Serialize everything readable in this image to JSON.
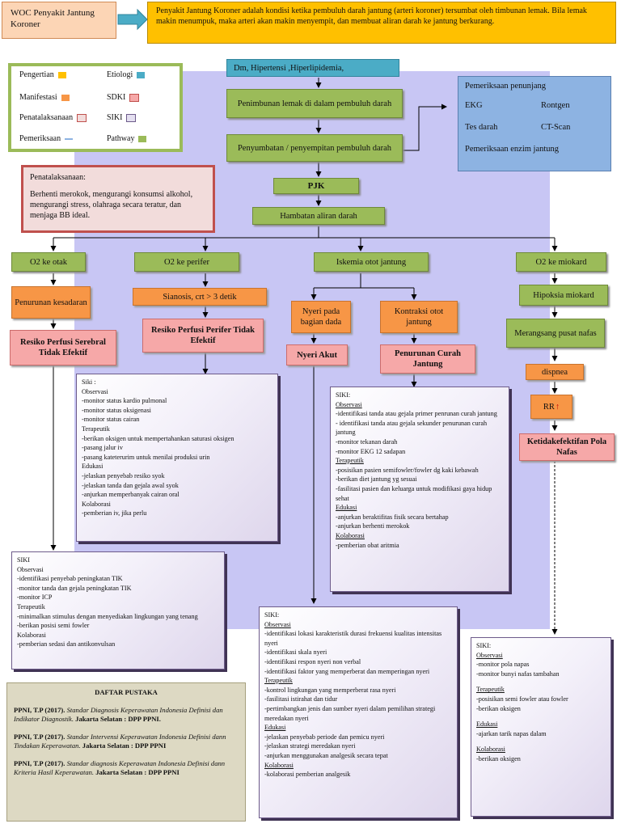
{
  "title": "WOC Penyakit Jantung Koroner",
  "definition": "Penyakit Jantung Koroner adalah kondisi ketika pembuluh darah jantung (arteri koroner) tersumbat oleh timbunan lemak. Bila lemak makin menumpuk, maka arteri akan makin menyempit, dan membuat aliran darah ke jantung berkurang.",
  "legend": {
    "items": [
      {
        "label": "Pengertian",
        "color": "#ffc000"
      },
      {
        "label": "Etiologi",
        "color": "#4bacc6"
      },
      {
        "label": "Manifestasi",
        "color": "#f79646"
      },
      {
        "label": "SDKI",
        "color": "#f6a8a8"
      },
      {
        "label": "Penatalaksanaan",
        "color": "#f2dcdb"
      },
      {
        "label": "SIKI",
        "color": "#e4dff0"
      },
      {
        "label": "Pemeriksaan",
        "color": "#8db3e2"
      },
      {
        "label": "Pathway",
        "color": "#9bbb59"
      }
    ]
  },
  "etiologi": "Dm, Hipertensi ,Hiperlipidemia,",
  "flow": {
    "penimbunan": "Penimbunan lemak di dalam pembuluh darah",
    "penyumbatan": "Penyumbatan / penyempitan pembuluh darah",
    "pjk": "PJK",
    "hambatan": "Hambatan aliran darah"
  },
  "pemeriksaan": {
    "title": "Pemeriksaan penunjang",
    "items": [
      "EKG",
      "Rontgen",
      "Tes darah",
      "CT-Scan",
      "Pemeriksaan enzim jantung"
    ]
  },
  "penatalaksanaan": {
    "title": "Penatalaksanaan:",
    "body": "Berhenti merokok, mengurangi konsumsi alkohol, mengurangi stress, olahraga secara teratur, dan menjaga BB ideal."
  },
  "branches": {
    "otak": "O2  ke otak",
    "perifer": "O2 ke perifer",
    "iskemia": "Iskemia otot jantung",
    "miokard": "O2 ke miokard",
    "penurunan_kesadaran": "Penurunan kesadaran",
    "sianosis": "Sianosis, crt > 3 detik",
    "nyeri_dada": "Nyeri pada bagian dada",
    "kontraksi": "Kontraksi otot jantung",
    "hipoksia": "Hipoksia miokard",
    "merangsang": "Merangsang pusat nafas",
    "dispnea": "dispnea",
    "rr": "RR"
  },
  "diagnoses": {
    "perfusi_serebral": "Resiko Perfusi Serebral Tidak Efektif",
    "perfusi_perifer": "Resiko Perfusi Perifer Tidak Efektif",
    "nyeri_akut": "Nyeri Akut",
    "curah_jantung": "Penurunan Curah Jantung",
    "pola_nafas": "Ketidakefektifan Pola Nafas"
  },
  "siki_perifer": [
    "Siki :",
    "Observasi",
    "-monitor status kardio pulmonal",
    "-monitor status oksigenasi",
    "-monitor status cairan",
    "Terapeutik",
    "-berikan oksigen untuk mempertahankan saturasi oksigen",
    "-pasang  jalur  iv",
    "-pasang kateterurim untuk menilai produksi urin",
    "Edukasi",
    "-jelaskan penyebab  resiko syok",
    "-jelaskan tanda  dan gejala awal syok",
    "-anjurkan memperbanyak  cairan oral",
    "Kolaborasi",
    "-pemberian iv, jika perlu"
  ],
  "siki_serebral": [
    "SIKI",
    "Observasi",
    "-identifikasi penyebab peningkatan TIK",
    "-monitor tanda dan gejala peningkatan TIK",
    "-monitor ICP",
    "Terapeutik",
    "-minimalkan stimulus dengan menyediakan lingkungan yang tenang",
    "-berikan posisi semi fowler",
    "Kolaborasi",
    "-pemberian sedasi dan antikonvulsan"
  ],
  "siki_curah": [
    "SIKI:",
    "Observasi",
    "-identifikasi tanda atau gejala primer penrunan curah jantung",
    "- identifikasi tanda atau gejala sekunder penurunan curah jantung",
    "-monitor tekanan darah",
    "-monitor EKG 12 sadapan",
    "Terapeutik",
    "-posisikan pasien semifowler/fowler dg kaki kebawah",
    "-berikan diet jantung yg sesuai",
    "-fasilitasi pasien dan keluarga untuk modifikasi gaya hidup sehat",
    "Edukasi",
    "-anjurkan beraktifitas fisik secara bertahap",
    "-anjurkan berhenti merokok",
    "Kolaborasi",
    "-pemberian obat aritmia"
  ],
  "siki_nyeri": [
    "SIKI:",
    "Observasi",
    "-identifikasi lokasi karakteristik durasi frekuensi kualitas intensitas nyeri",
    "-identifikasi skala nyeri",
    "-identifikasi respon nyeri non verbal",
    "-identifikasi faktor yang memperberat dan memperingan nyeri",
    "Terapeutik",
    "-kontrol lingkungan yang memperberat rasa nyeri",
    "-fasilitasi istirahat dan tidur",
    "-pertimbangkan jenis dan sumber nyeri dalam pemilihan strategi meredakan nyeri",
    "Edukasi",
    "-jelaskan penyebab periode dan pemicu nyeri",
    "-jelaskan strategi meredakan nyeri",
    "-anjurkan menggunakan analgesik secara tepat",
    "Kolaborasi",
    "-kolaborasi pemberian analgesik"
  ],
  "siki_nafas": [
    "SIKI:",
    "Observasi",
    "-monitor pola napas",
    "-monitor bunyi nafas tambahan",
    "",
    "Terapeutik",
    "-posisikan semi fowler atau fowler",
    "-berikan oksigen",
    "",
    "Edukasi",
    "-ajarkan tarik napas dalam",
    "",
    "Kolaborasi",
    "-berikan oksigen"
  ],
  "pustaka": {
    "title": "DAFTAR PUSTAKA",
    "refs": [
      {
        "author": "PPNI, T.P (2017).",
        "title": "Standar Diagnosis Keperawatan Indonesia Definisi dan Indikator Diagnostik.",
        "pub": "Jakarta Selatan : DPP PPNI."
      },
      {
        "author": "PPNI, T.P (2017).",
        "title": "Standar Intervensi Keperawatan Indonesia Definisi dann Tindakan Keperawatan.",
        "pub": "Jakarta Selatan : DPP PPNI"
      },
      {
        "author": "PPNI, T.P (2017).",
        "title": "Standar diagnosis Keperawatan Indonesia Definisi dann Kriteria  Hasil  Keperawatan.",
        "pub": "Jakarta Selatan : DPP PPNI"
      }
    ]
  }
}
